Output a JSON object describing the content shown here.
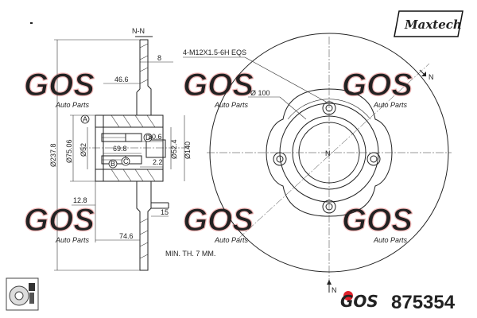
{
  "brand": {
    "maxtech_logo": "Maxtech",
    "manufacturer_logo": "GOS",
    "watermark_text": "GOS",
    "watermark_sub": "Auto Parts",
    "accent_color": "#e0202a"
  },
  "part_number": "875354",
  "section": {
    "label": "N-N",
    "marker": "N"
  },
  "dimensions": {
    "d_8": "8",
    "d_46_6": "46.6",
    "d_30_6": "30.6",
    "d_69_8": "69.8",
    "d_2_2": "2.2",
    "d_12_8": "12.8",
    "d_15": "15",
    "d_74_6": "74.6",
    "d_237_8": "Ø237.8",
    "d_75_06": "Ø75.06",
    "d_52": "Ø52",
    "d_52_4": "Ø52.4",
    "d_140": "Ø140",
    "d_100": "Ø 100",
    "thread": "4-M12X1.5-6H EQS"
  },
  "callouts": [
    "A",
    "B",
    "C",
    "D"
  ],
  "min_thickness": "MIN. TH.  7 MM.",
  "icons": [
    "abs-sensor-icon",
    "disc-icon"
  ]
}
